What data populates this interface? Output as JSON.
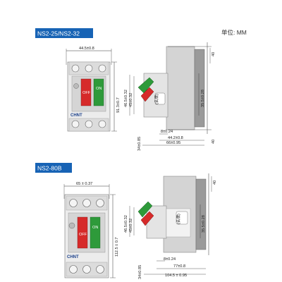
{
  "unit_label": "单位: MM",
  "colors": {
    "tag_bg": "#1763b5",
    "red": "#d62a2a",
    "green": "#2e9a3a",
    "body": "#d9d9d9",
    "dark": "#7a7a7a"
  },
  "sections": [
    {
      "model": "NS2-25/NS2-32",
      "front": {
        "width": "44.5±0.8",
        "height": "91.3±0.7",
        "brand": "CHNT",
        "on": "ON",
        "off": "OFF"
      },
      "side": {
        "h_center": "46.5±0.32",
        "h_inner": "45±0.32",
        "h_right": "35.5±0.28",
        "w_a": "8±0.24",
        "w_b": "44.2±0.8",
        "w_c": "66±0.95",
        "bottom_left": "34±0.85",
        "top": "40",
        "bottom": "40",
        "window": "(名牌)"
      }
    },
    {
      "model": "NS2-80B",
      "front": {
        "width": "65 ± 0.37",
        "height": "112.5 ± 0.7",
        "brand": "CHNT",
        "on": "ON",
        "off": "OFF"
      },
      "side": {
        "h_center": "46.5±0.32",
        "h_inner": "45±0.32",
        "h_right": "35.5±0.28",
        "w_a": "8±0.24",
        "w_b": "77±0.8",
        "w_c": "104.5 ± 0.95",
        "bottom_left": "34±0.85",
        "top": "40",
        "window": "(名牌)"
      }
    }
  ]
}
